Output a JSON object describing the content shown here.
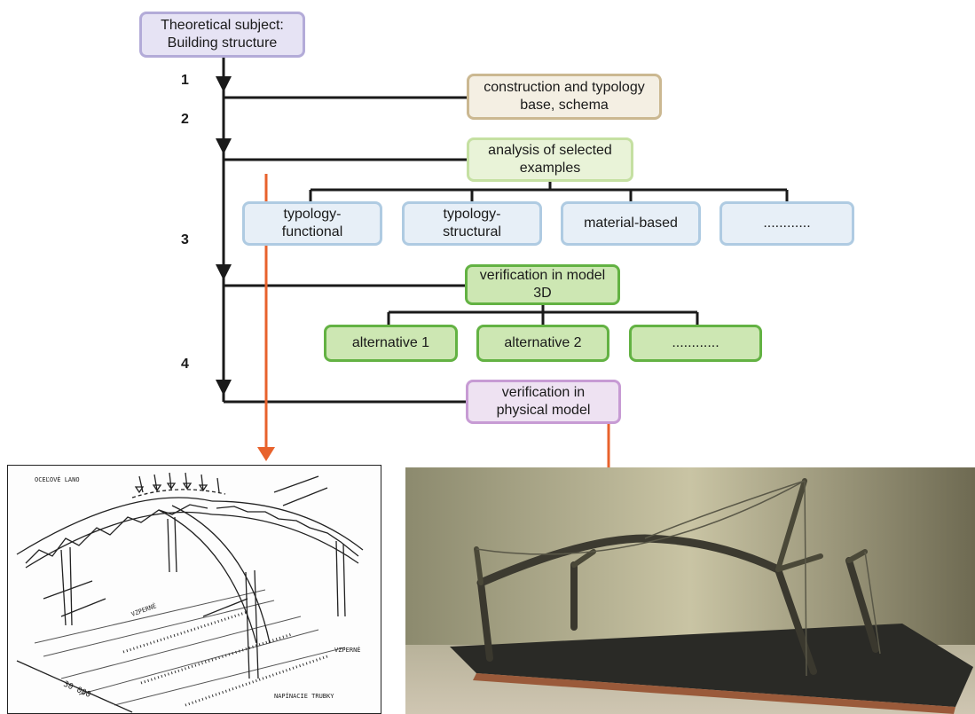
{
  "diagram": {
    "nodes": {
      "subject": "Theoretical subject:\nBuilding structure",
      "construction": "construction and typology\nbase, schema",
      "analysis": "analysis of selected\nexamples",
      "typology_functional": "typology-\nfunctional",
      "typology_structural": "typology-\nstructural",
      "material_based": "material-based",
      "dots_analysis": "............",
      "verification_3d": "verification in model\n3D",
      "alternative_1": "alternative 1",
      "alternative_2": "alternative 2",
      "dots_alternatives": "............",
      "verification_physical": "verification in\nphysical model"
    },
    "steps": [
      "1",
      "2",
      "3",
      "4"
    ],
    "colors": {
      "line": "#1a1a1a",
      "arrow_orange": "#e8622c"
    }
  },
  "sketch": {
    "labels": {
      "top": "OCEĽOVÉ LANO",
      "right": "VZPERNÉ",
      "center": "VZPERNÉ",
      "bottom_right": "NAPÍNACIE\nTRUBKY",
      "dimension": "30 000"
    }
  },
  "photo": {}
}
